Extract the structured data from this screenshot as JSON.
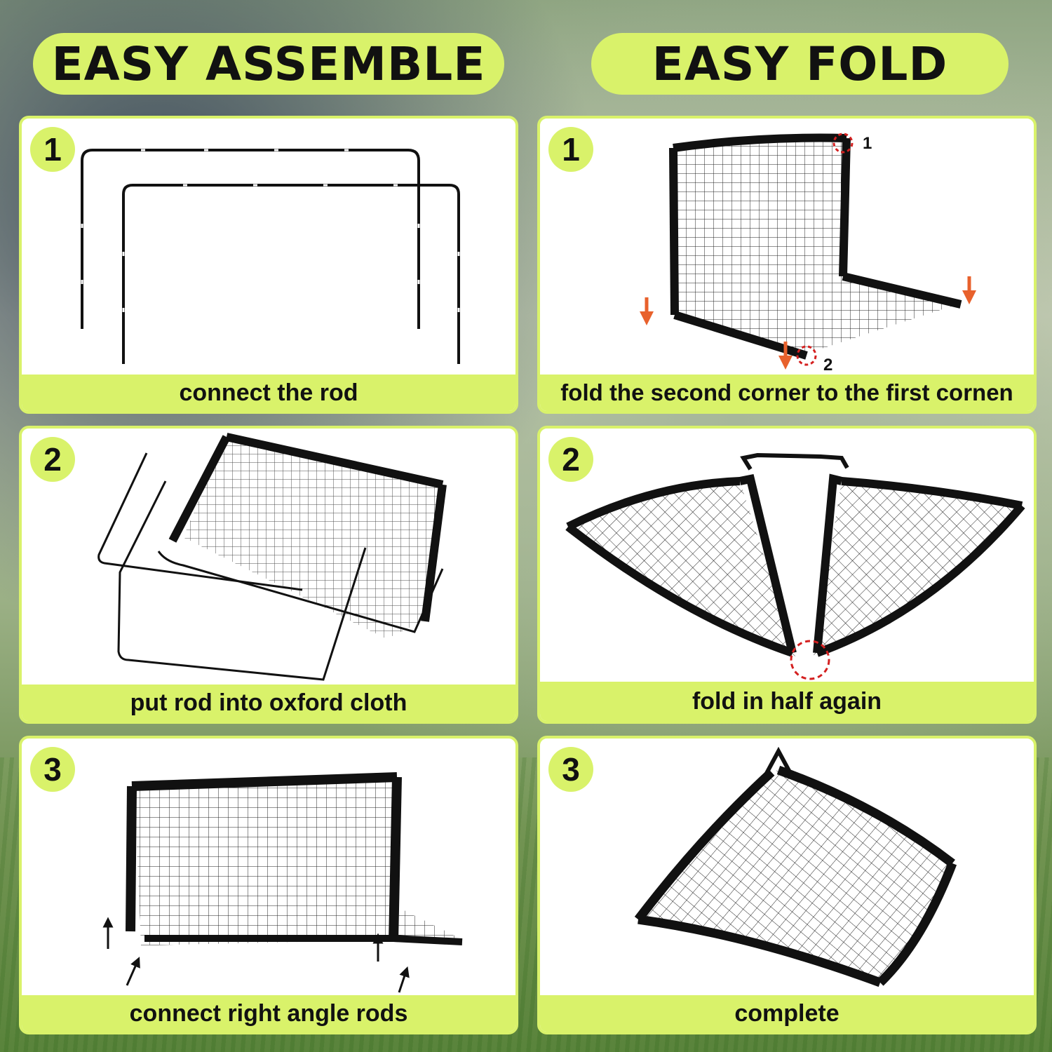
{
  "headers": {
    "left": "EASY ASSEMBLE",
    "right": "EASY FOLD"
  },
  "assemble": [
    {
      "step": "1",
      "caption": "connect the rod"
    },
    {
      "step": "2",
      "caption": "put rod into oxford cloth"
    },
    {
      "step": "3",
      "caption": "connect right angle rods"
    }
  ],
  "fold": [
    {
      "step": "1",
      "caption": "fold the second corner to the first cornen",
      "markers": [
        "1",
        "2"
      ]
    },
    {
      "step": "2",
      "caption": "fold in half again"
    },
    {
      "step": "3",
      "caption": "complete"
    }
  ],
  "colors": {
    "accent": "#d9f26a",
    "arrow_orange": "#e8612c",
    "marker_red": "#d42020",
    "frame": "#111111"
  }
}
